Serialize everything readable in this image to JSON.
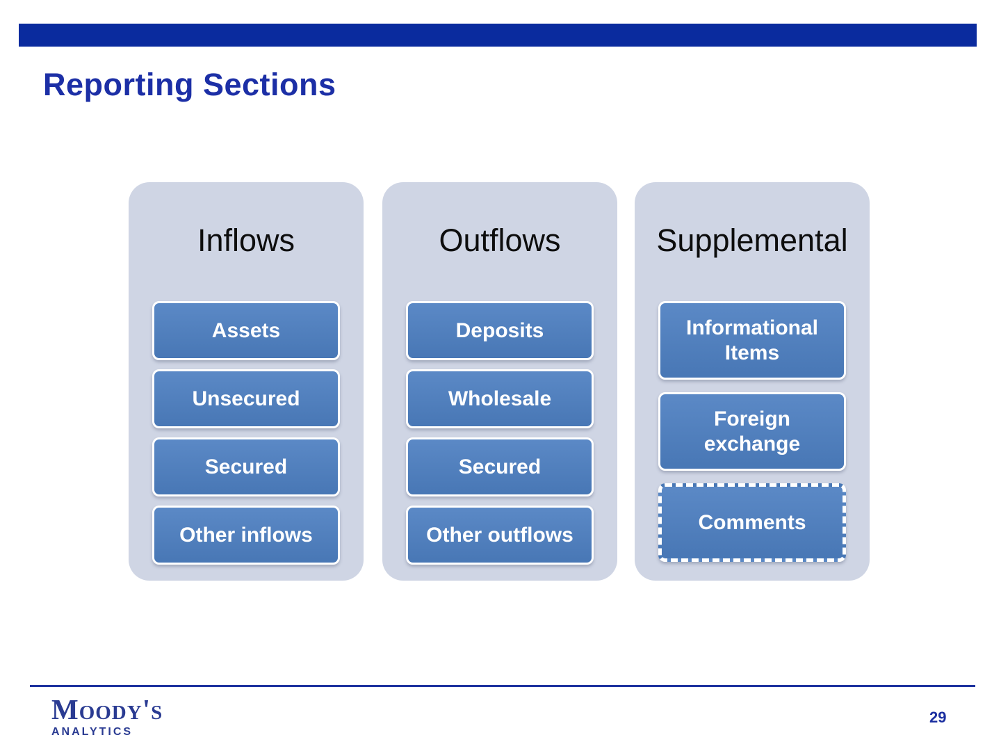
{
  "slide": {
    "title": "Reporting Sections",
    "page_number": "29"
  },
  "diagram": {
    "columns": [
      {
        "header": "Inflows",
        "items": [
          {
            "label": "Assets"
          },
          {
            "label": "Unsecured"
          },
          {
            "label": "Secured"
          },
          {
            "label": "Other inflows"
          }
        ]
      },
      {
        "header": "Outflows",
        "items": [
          {
            "label": "Deposits"
          },
          {
            "label": "Wholesale"
          },
          {
            "label": "Secured"
          },
          {
            "label": "Other outflows"
          }
        ]
      },
      {
        "header": "Supplemental",
        "items": [
          {
            "label": "Informational\nItems"
          },
          {
            "label": "Foreign\nexchange"
          },
          {
            "label": "Comments",
            "border_style": "dashed"
          }
        ]
      }
    ]
  },
  "footer": {
    "logo": {
      "brand": "Moody's",
      "division": "ANALYTICS"
    }
  },
  "colors": {
    "top_bar": "#0a2b9e",
    "title_text": "#1c2fa6",
    "column_bg": "#cfd5e4",
    "box_fill_top": "#5b89c6",
    "box_fill_bottom": "#4877b5",
    "box_border": "#ffffff",
    "box_text": "#ffffff",
    "header_text": "#0d0d0d",
    "footer_line": "#1f339f",
    "logo_blue": "#2a3b92",
    "page_number": "#1b2fa0"
  }
}
